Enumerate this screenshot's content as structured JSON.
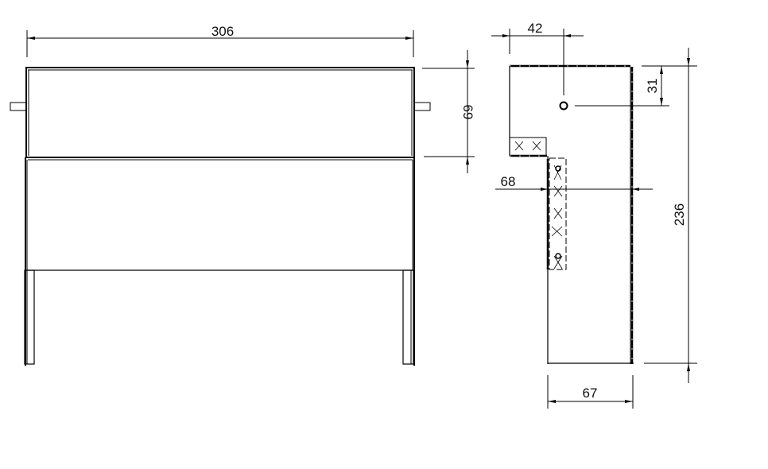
{
  "drawing": {
    "front_view": {
      "width_label": "306",
      "upper_height_label": "69"
    },
    "side_view": {
      "hole_offset_x_label": "42",
      "hole_offset_y_label": "31",
      "bracket_offset_label": "68",
      "total_height_label": "236",
      "depth_label": "67"
    },
    "colors": {
      "line": "#000000",
      "background": "#ffffff"
    }
  }
}
